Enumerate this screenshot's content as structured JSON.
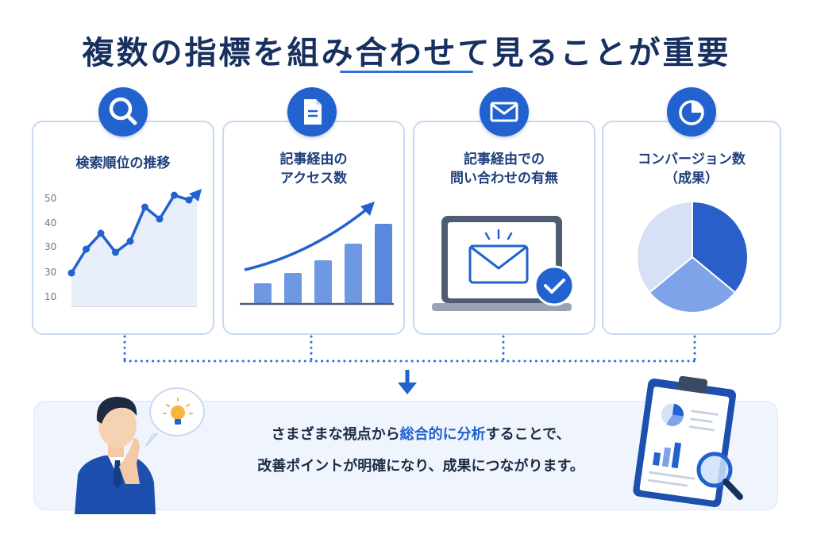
{
  "title": "複数の指標を組み合わせて見ることが重要",
  "cards": [
    {
      "title_lines": [
        "検索順位の推移"
      ],
      "icon": "search-icon"
    },
    {
      "title_lines": [
        "記事経由の",
        "アクセス数"
      ],
      "icon": "document-icon"
    },
    {
      "title_lines": [
        "記事経由での",
        "問い合わせの有無"
      ],
      "icon": "mail-icon"
    },
    {
      "title_lines": [
        "コンバージョン数",
        "（成果）"
      ],
      "icon": "pie-chart-icon"
    }
  ],
  "rank_chart": {
    "y_ticks": [
      "50",
      "40",
      "30",
      "30",
      "10"
    ],
    "points": [
      0.12,
      0.42,
      0.62,
      0.38,
      0.52,
      0.95,
      0.8,
      1.1,
      1.04
    ]
  },
  "access_chart": {
    "values": [
      25,
      38,
      54,
      75,
      100
    ]
  },
  "conversion_chart": {
    "slices": [
      {
        "value": 36,
        "color": "#2a5fc9"
      },
      {
        "value": 28,
        "color": "#7fa3e8"
      },
      {
        "value": 36,
        "color": "#d6e1f6"
      }
    ]
  },
  "colors": {
    "accent": "#2262cf",
    "dark": "#17305f"
  },
  "message": {
    "line1_pre": "さまざまな視点から",
    "line1_highlight": "総合的に分析",
    "line1_post": "することで、",
    "line2": "改善ポイントが明確になり、成果につながります。"
  }
}
